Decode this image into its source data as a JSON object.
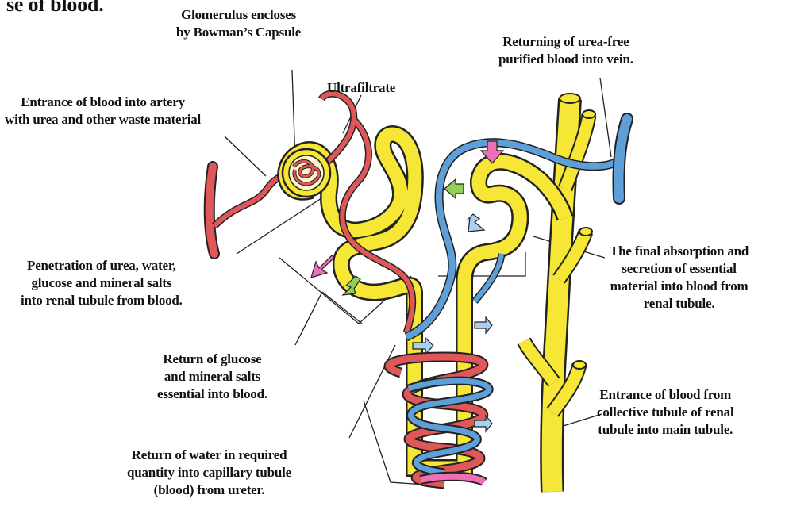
{
  "heading_fragment": "se of blood.",
  "labels": {
    "glomerulus": [
      "Glomerulus encloses",
      "by Bowman’s Capsule"
    ],
    "ultrafiltrate": [
      "Ultrafiltrate"
    ],
    "entrance_artery": [
      "Entrance of blood into artery",
      "with urea and other waste material"
    ],
    "returning_vein": [
      "Returning of urea-free",
      "purified blood into vein."
    ],
    "penetration": [
      "Penetration of urea, water,",
      "glucose and mineral salts",
      "into renal tubule from blood."
    ],
    "final_absorption": [
      "The final absorption and",
      "secretion of essential",
      "material into blood from",
      "renal tubule."
    ],
    "return_glucose": [
      "Return of glucose",
      "and mineral salts",
      "essential into blood."
    ],
    "entrance_collective": [
      "Entrance of blood from",
      "collective tubule of renal",
      "tubule into main tubule."
    ],
    "return_water": [
      "Return of water in required",
      "quantity into capillary tubule",
      "(blood) from ureter."
    ]
  },
  "colors": {
    "artery": "#e0575a",
    "vein": "#5e9fd8",
    "tubule": "#f6e636",
    "outline": "#222222",
    "arrow_pink": "#ee6fb6",
    "arrow_green": "#8fcf5a",
    "arrow_blue": "#a9d0f0"
  }
}
